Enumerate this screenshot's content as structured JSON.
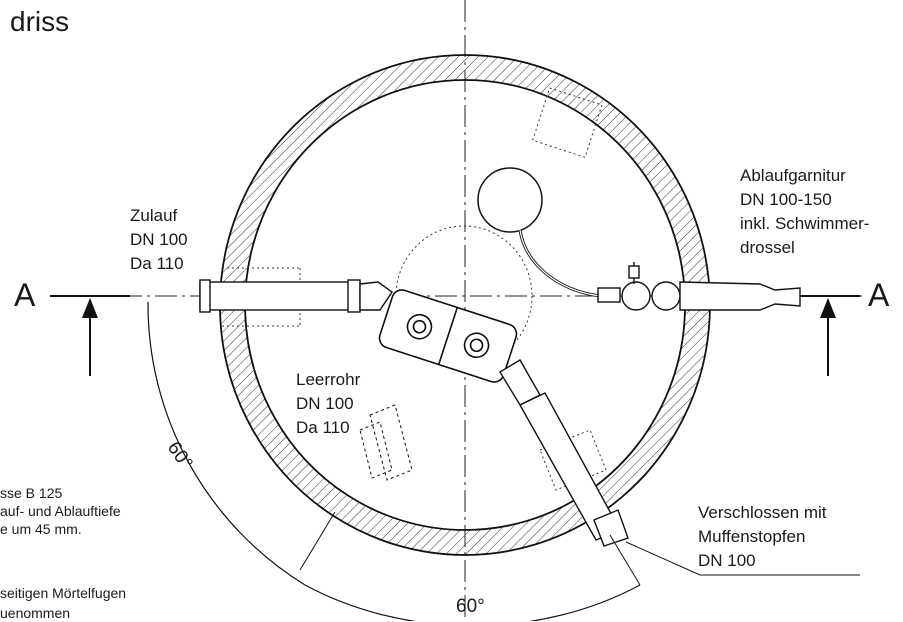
{
  "title": "driss",
  "section_marker": "A",
  "labels": {
    "zulauf": [
      "Zulauf",
      "DN 100",
      "Da 110"
    ],
    "leerrohr": [
      "Leerrohr",
      "DN 100",
      "Da 110"
    ],
    "ablauf": [
      "Ablaufgarnitur",
      "DN 100-150",
      "inkl. Schwimmer-",
      "drossel"
    ],
    "verschlossen": [
      "Verschlossen mit",
      "Muffenstopfen",
      "DN 100"
    ]
  },
  "angles": {
    "left": "60°",
    "bottom": "60°"
  },
  "notes": [
    "sse B 125",
    "auf- und Ablauftiefe",
    "e um 45 mm.",
    "seitigen Mörtelfugen",
    "uenommen"
  ]
}
